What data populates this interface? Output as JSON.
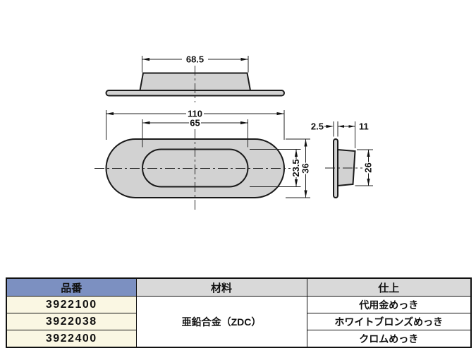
{
  "drawing": {
    "dimensions": {
      "top_width": "68.5",
      "overall_width": "110",
      "recess_width": "65",
      "recess_height": "23.5",
      "overall_height": "36",
      "flange_thickness": "2.5",
      "depth": "11",
      "body_height": "26"
    },
    "fill_color": "#d2d2d2",
    "line_color": "#1a1a1a"
  },
  "table": {
    "headers": [
      {
        "label": "品番"
      },
      {
        "label": "材料"
      },
      {
        "label": "仕上"
      }
    ],
    "material": "亜鉛合金（ZDC）",
    "rows": [
      {
        "part_number": "3922100",
        "finish": "代用金めっき"
      },
      {
        "part_number": "3922038",
        "finish": "ホワイトブロンズめっき"
      },
      {
        "part_number": "3922400",
        "finish": "クロムめっき"
      }
    ],
    "colors": {
      "header_blue": "#7c90c1",
      "header_gray": "#d9d9d9",
      "part_number_cream": "#faf7e3",
      "border": "#111111"
    }
  }
}
